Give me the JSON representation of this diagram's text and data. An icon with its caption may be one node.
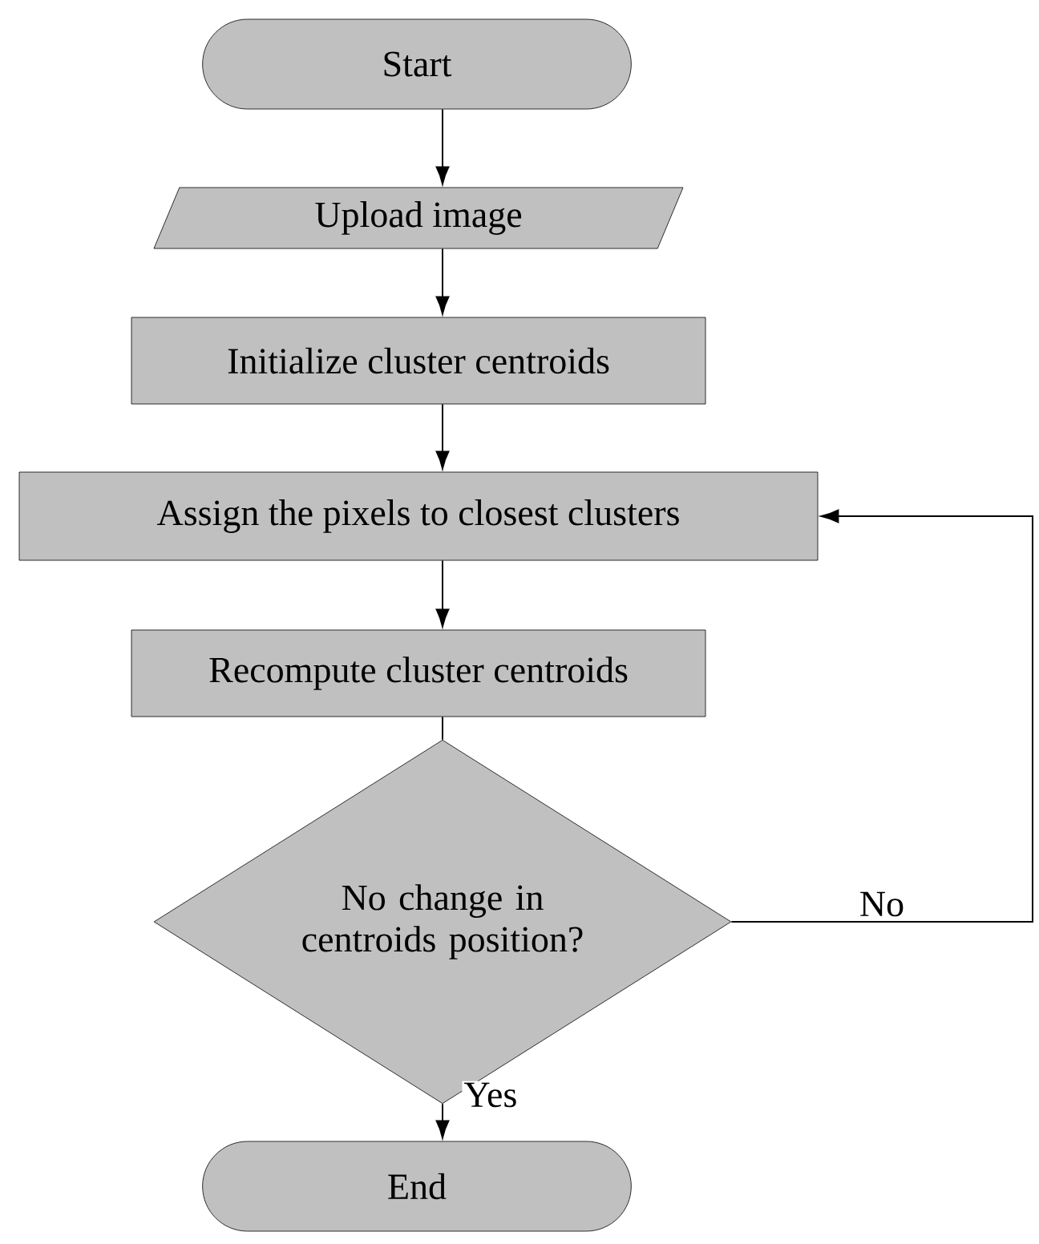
{
  "diagram": {
    "nodes": [
      {
        "text": [
          "Start"
        ]
      },
      {
        "text": [
          "Upload image"
        ]
      },
      {
        "text": [
          "Initialize cluster centroids"
        ]
      },
      {
        "text": [
          "Assign the pixels to closest clusters"
        ]
      },
      {
        "text": [
          "Recompute cluster centroids"
        ]
      },
      {
        "text": [
          "No change in centroids position?"
        ]
      },
      {
        "text": [
          "End"
        ]
      }
    ],
    "edges": [
      {
        "from": 0,
        "to": 1,
        "arrow": "to"
      },
      {
        "from": 1,
        "to": 2,
        "arrow": "to"
      },
      {
        "from": 2,
        "to": 3,
        "arrow": "to"
      },
      {
        "from": 3,
        "to": 4,
        "arrow": "to"
      },
      {
        "from": 4,
        "to": 5,
        "arrow": "none"
      },
      {
        "from": 5,
        "to": 6,
        "arrow": "to",
        "label": "Yes"
      },
      {
        "from": 5,
        "to": 3,
        "arrow": "to",
        "label": "No"
      }
    ]
  }
}
